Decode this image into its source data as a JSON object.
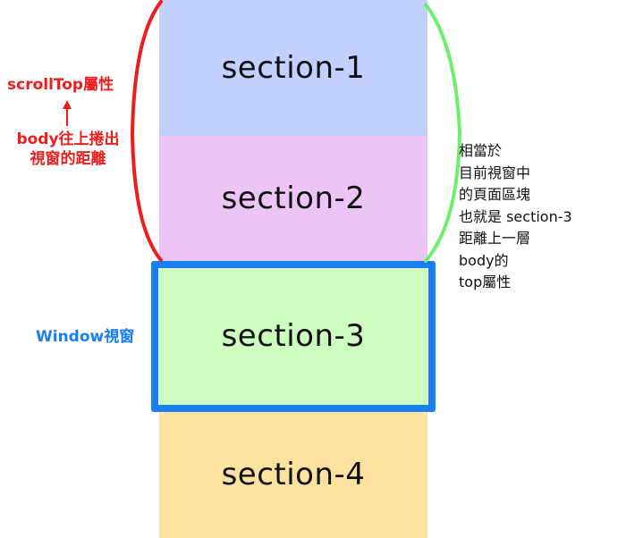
{
  "sections": [
    {
      "label": "section-1",
      "color": "#c2d0fe"
    },
    {
      "label": "section-2",
      "color": "#edc4f6"
    },
    {
      "label": "section-3",
      "color": "#cdfcc0"
    },
    {
      "label": "section-4",
      "color": "#fde29f"
    }
  ],
  "labels": {
    "scrolltop": "scrollTop屬性",
    "body_scrolled_line1": "body往上捲出",
    "body_scrolled_line2": "視窗的距離",
    "window": "Window視窗"
  },
  "side_text": [
    "相當於",
    "目前視窗中",
    "的頁面區塊",
    "也就是 section-3",
    "距離上一層",
    "body的",
    "top屬性"
  ],
  "colors": {
    "red_bracket": "#ee1c1c",
    "green_bracket": "#6cf06c",
    "window_frame": "#1a7ff0"
  }
}
